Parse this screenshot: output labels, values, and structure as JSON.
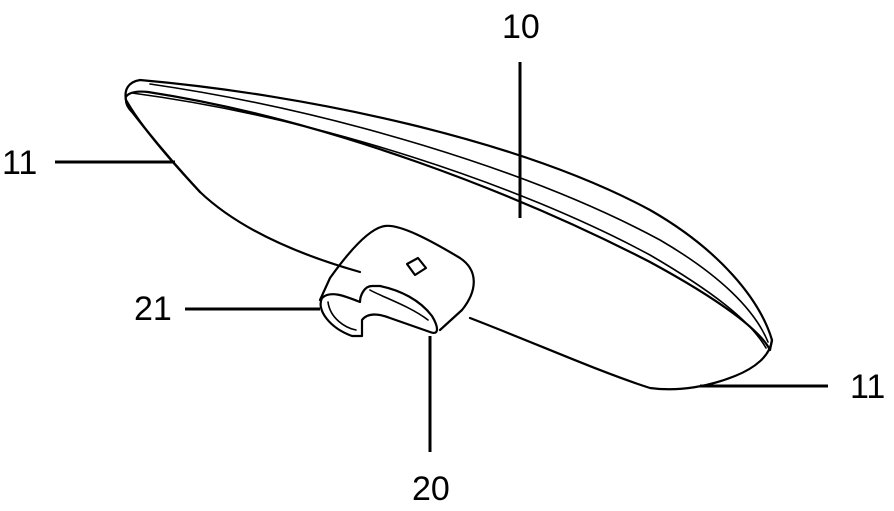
{
  "figure": {
    "labels": {
      "top_surface": "10",
      "edge_left": "11",
      "edge_right": "11",
      "connector": "20",
      "connector_opening": "21"
    }
  }
}
